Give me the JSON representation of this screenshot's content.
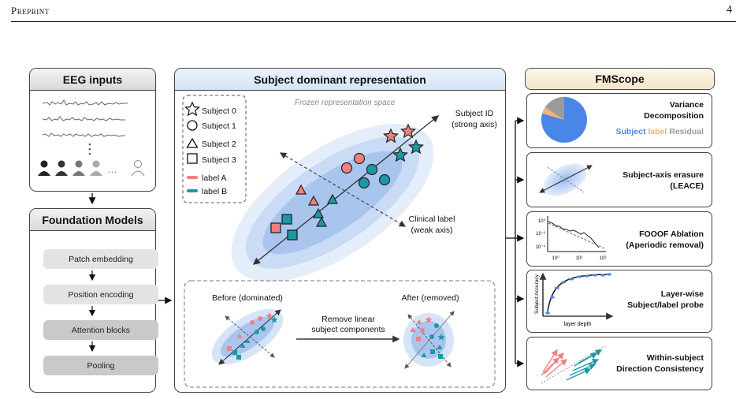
{
  "header": {
    "left": "Preprint",
    "page_number": "4"
  },
  "eeg_panel": {
    "title": "EEG inputs",
    "ellipsis": "…"
  },
  "fm_panel": {
    "title": "Foundation Models",
    "blocks": [
      "Patch embedding",
      "Position encoding",
      "Attention blocks",
      "Pooling"
    ]
  },
  "center_panel": {
    "title": "Subject dominant representation",
    "space_label": "Frozen representation space",
    "legend": {
      "subjects": [
        "Subject 0",
        "Subject 1",
        "Subject 2",
        "Subject 3"
      ],
      "labels": [
        "label A",
        "label B"
      ]
    },
    "strong_axis": [
      "Subject ID",
      "(strong axis)"
    ],
    "weak_axis": [
      "Clinical label",
      "(weak axis)"
    ],
    "before_label": "Before (dominated)",
    "after_label": "After (removed)",
    "transform_label": [
      "Remove linear",
      "subject components"
    ]
  },
  "fmscope_panel": {
    "title": "FMScope",
    "cards": [
      {
        "name": "variance",
        "lines": [
          "Variance",
          "Decomposition"
        ],
        "legend": [
          "Subject",
          "label",
          "Residual"
        ]
      },
      {
        "name": "leace",
        "lines": [
          "Subject-axis erasure",
          "(LEACE)"
        ]
      },
      {
        "name": "fooof",
        "lines": [
          "FOOOF Ablation",
          "(Aperiodic removal)"
        ],
        "y_ticks": [
          "10⁰",
          "10⁻²",
          "10⁻⁴"
        ],
        "x_ticks": [
          "10⁰",
          "10¹",
          "10²"
        ]
      },
      {
        "name": "probe",
        "lines": [
          "Layer-wise",
          "Subject/label probe"
        ],
        "ylabel": "Subject Accuracy",
        "xlabel": "layer depth"
      },
      {
        "name": "direction",
        "lines": [
          "Within-subject",
          "Direction Consistency"
        ]
      }
    ]
  },
  "colors": {
    "label_a": "#f08080",
    "label_b": "#1a9aa6",
    "subject": "#4a86e8",
    "label_legend": "#f2b27a",
    "residual": "#9a9a9a"
  }
}
